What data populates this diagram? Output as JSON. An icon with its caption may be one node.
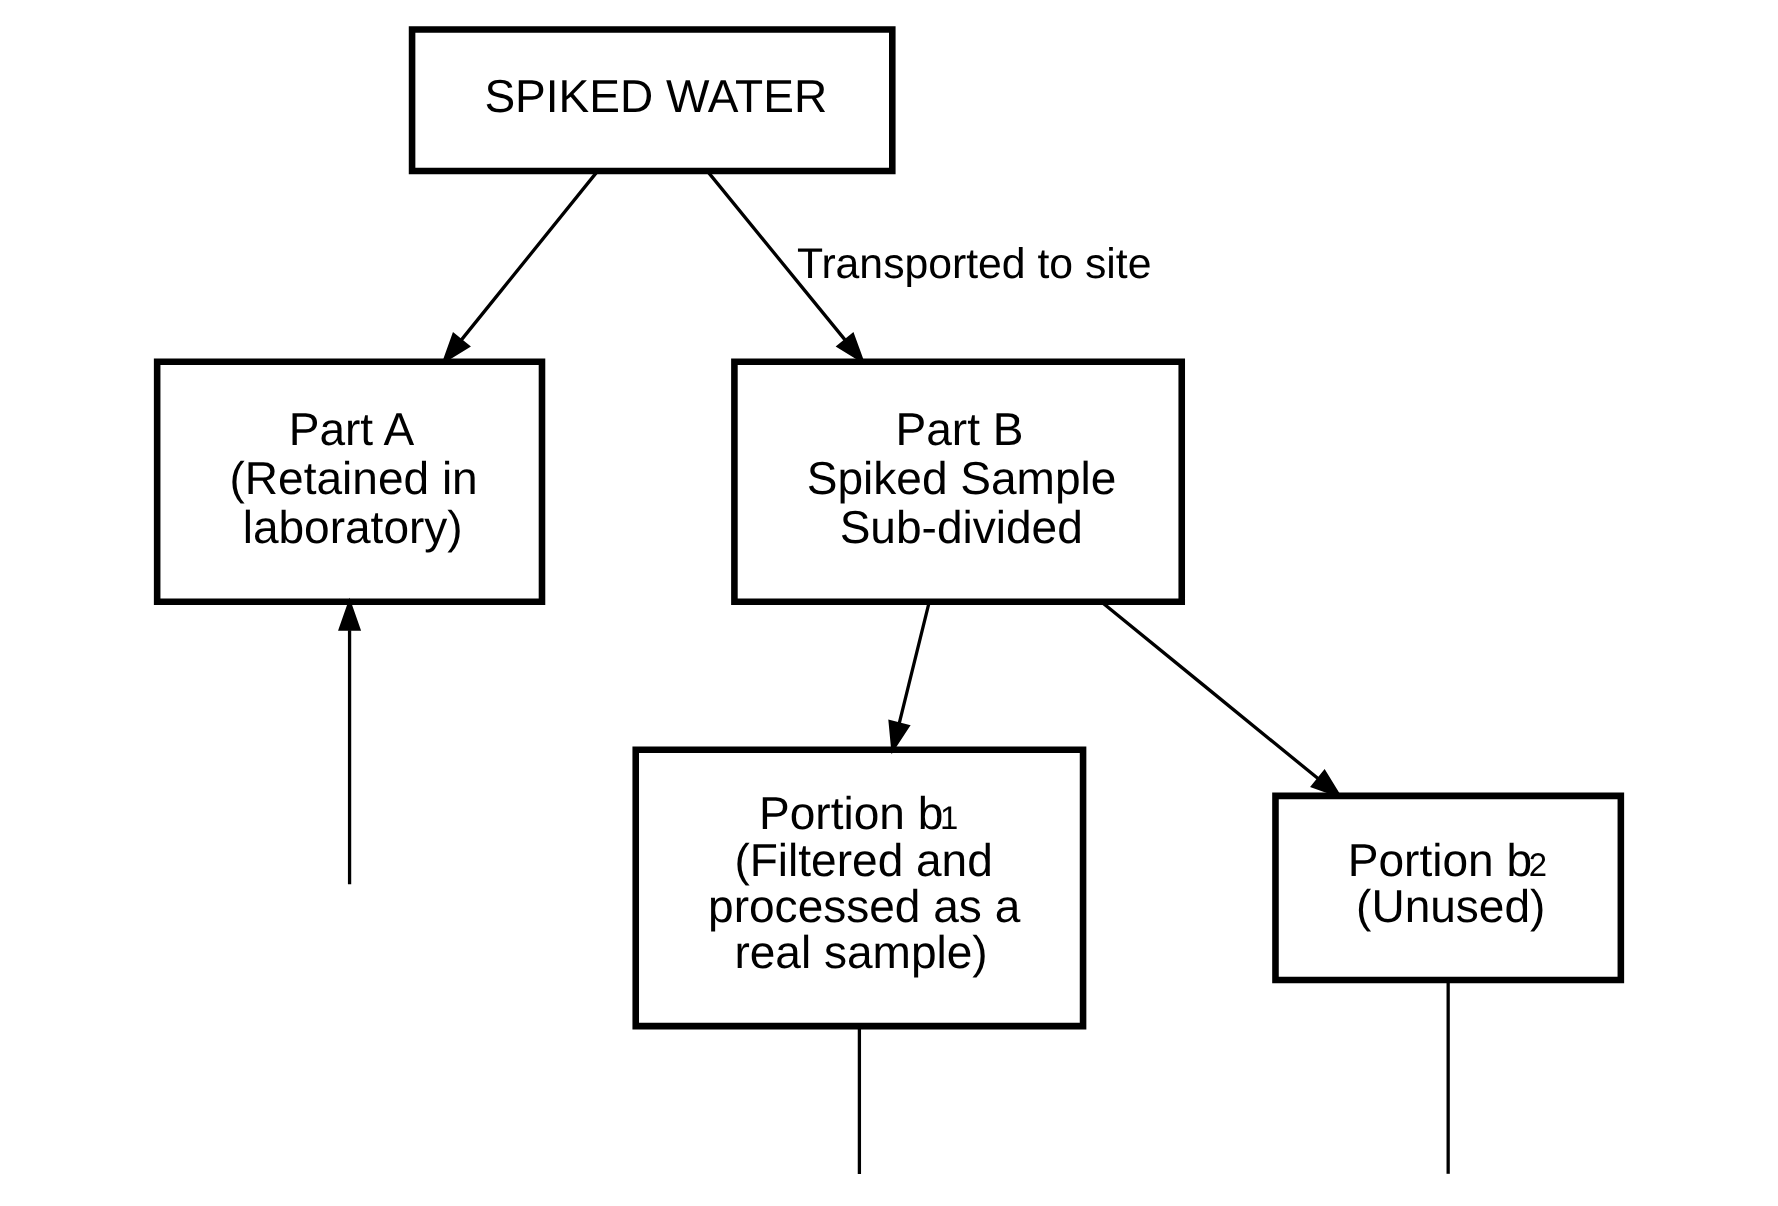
{
  "diagram": {
    "nodes": [
      {
        "text": [
          "SPIKED WATER"
        ]
      },
      {
        "text": [
          "Part A",
          "(Retained in laboratory)"
        ]
      },
      {
        "text": [
          "Part B",
          "Spiked Sample",
          "Sub-divided"
        ]
      },
      {
        "text": [
          "Portion b$_{1}$",
          "(Filtered and processed as a real sample)"
        ]
      },
      {
        "text": [
          "Portion b$_{2}$",
          "(Unused)"
        ]
      }
    ],
    "edges": [
      {
        "from": 0,
        "to": 1,
        "arrow": "to"
      },
      {
        "from": 0,
        "to": 2,
        "arrow": "to",
        "label": "Transported to site"
      },
      {
        "from": 2,
        "to": 3,
        "arrow": "to"
      },
      {
        "from": 2,
        "to": 4,
        "arrow": "to"
      },
      {
        "from": null,
        "to": 1,
        "arrow": "to"
      },
      {
        "from": 3,
        "to": null,
        "arrow": "none"
      },
      {
        "from": 4,
        "to": null,
        "arrow": "none"
      }
    ]
  }
}
